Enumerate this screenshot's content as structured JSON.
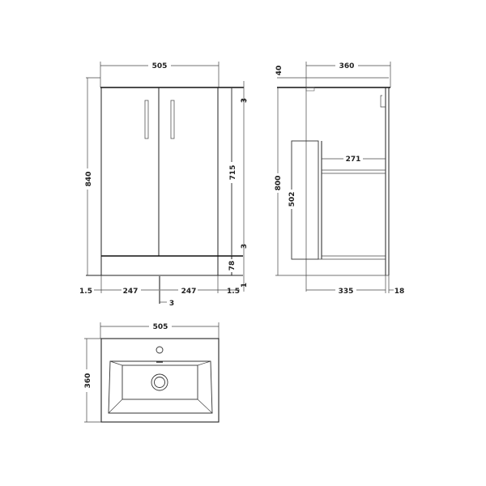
{
  "front_view": {
    "width_label": "505",
    "height_label": "840",
    "door_height_label": "715",
    "top_gap_label": "3",
    "door_gap_label": "3",
    "plinth_label": "78",
    "bottom_gap_label": "1",
    "left_side_label": "1.5",
    "right_side_label": "1.5",
    "door_left_label": "247",
    "door_right_label": "247",
    "center_gap_label": "3"
  },
  "side_view": {
    "depth_label": "360",
    "top_thickness_label": "40",
    "height_label": "800",
    "drawer_depth_label": "271",
    "drawer_height_label": "502",
    "body_depth_label": "335",
    "door_thickness_label": "18"
  },
  "basin_view": {
    "width_label": "505",
    "depth_label": "360"
  }
}
